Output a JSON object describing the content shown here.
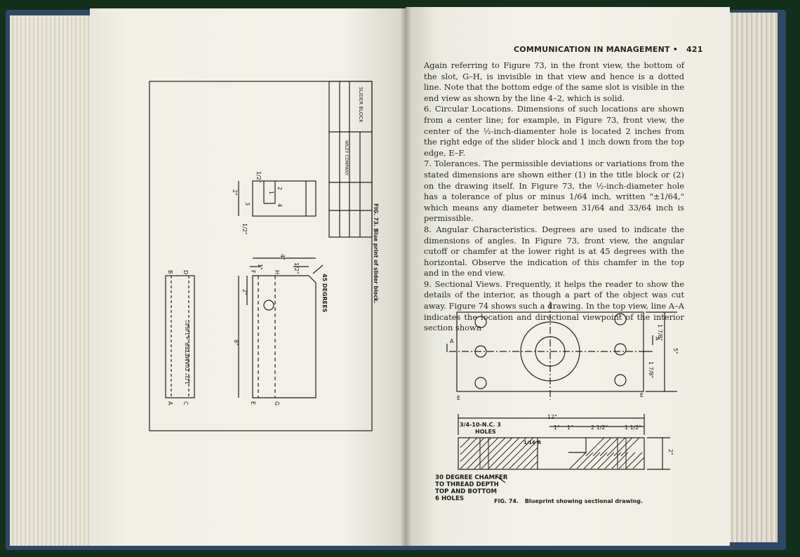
{
  "right_page": {
    "running_head": "COMMUNICATION IN MANAGEMENT",
    "bullet": "•",
    "page_number": "421",
    "paragraphs": [
      "Again referring to Figure 73, in the front view, the bottom of the slot, G–H, is invisible in that view and hence is a dotted line. Note that the bottom edge of the same slot is visible in the end view as shown by the line 4–2, which is solid.",
      "6. Circular Locations. Dimensions of such locations are shown from a center line; for example, in Figure 73, front view, the center of the ½-inch-diamenter hole is located 2 inches from the right edge of the slider block and 1 inch down from the top edge, E–F.",
      "7. Tolerances. The permissible deviations or variations from the stated dimensions are shown either (1) in the title block or (2) on the drawing itself. In Figure 73, the ½-inch-diameter hole has a tolerance of plus or minus 1/64 inch, written \"±1/64,\" which means any diameter between 31/64 and 33/64 inch is permissible.",
      "8. Angular Characteristics. Degrees are used to indicate the dimensions of angles. In Figure 73, front view, the angular cutoff or chamfer at the lower right is at 45 degrees with the horizontal. Observe the indication of this chamfer in the top and in the end view.",
      "9. Sectional Views. Frequently, it helps the reader to show the details of the interior, as though a part of the object was cut away. Figure 74 shows such a drawing. In the top view, line A–A indicates the location and directional viewpoint of the interior section shown"
    ],
    "figure74": {
      "caption_label": "FIG. 74.",
      "caption_text": "Blueprint showing sectional drawing.",
      "notes": [
        "30 DEGREE CHAMFER",
        "TO THREAD DEPTH",
        "TOP AND BOTTOM",
        "6 HOLES"
      ],
      "hole_note": [
        "3/4-10-N.C. 3",
        "HOLES"
      ],
      "dims": {
        "overall_length": "12\"",
        "height": "5\"",
        "section_height": "2\"",
        "d1": "1 7/8\"",
        "d2": "1 7/8\"",
        "s1": "1\"",
        "s2": "1\"",
        "s3": "2 1/2\"",
        "s4": "1 1/2\"",
        "radius": "1/16 R",
        "label_a": "A",
        "label_e": "E"
      }
    }
  },
  "left_page": {
    "figure73": {
      "caption_label": "FIG. 73.",
      "caption_text": "Blue print of slider block.",
      "title_block": [
        "SLIDER BLOCK",
        "WILEY COMPANY"
      ],
      "dims": {
        "half_inch_top": "1/2\"",
        "two_inch": "2\"",
        "half_inch_left": "1/2\"",
        "four_inch": "4\"",
        "one_inch": "1\"",
        "half_inch_right": "1/2\"",
        "eight_inch": "8\"",
        "two_inch_front": "2\"",
        "diameter_note": "1/2\" DIAMETER ±1/64\"",
        "angle_note": "45 DEGREES"
      },
      "letters": {
        "a": "A",
        "b": "B",
        "c": "C",
        "d": "D",
        "e": "E",
        "f": "F",
        "g": "G",
        "h": "H",
        "n1": "1",
        "n2": "2",
        "n3": "3",
        "n4": "4"
      }
    }
  }
}
